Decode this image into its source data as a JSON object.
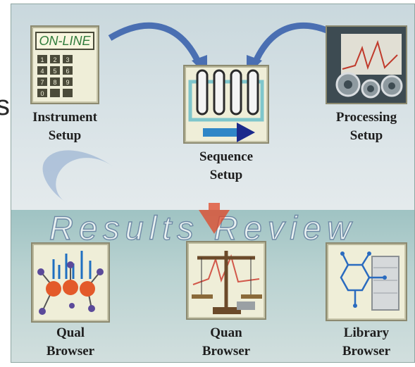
{
  "side_fragment": "s",
  "workflow": {
    "items": [
      {
        "label": "Instrument\nSetup"
      },
      {
        "label": "Sequence\nSetup"
      },
      {
        "label": "Processing\nSetup"
      }
    ],
    "online_badge": "ON-LINE",
    "keypad_keys": [
      "1",
      "2",
      "3",
      "4",
      "5",
      "6",
      "7",
      "8",
      "9",
      "0"
    ]
  },
  "results_review": {
    "title": "Results Review",
    "items": [
      {
        "label": "Qual\nBrowser"
      },
      {
        "label": "Quan\nBrowser"
      },
      {
        "label": "Library\nBrowser"
      }
    ]
  },
  "colors": {
    "arrow_blue": "#4a6fb2",
    "accent_red": "#e04626",
    "panel_border": "#8fa6a2"
  }
}
